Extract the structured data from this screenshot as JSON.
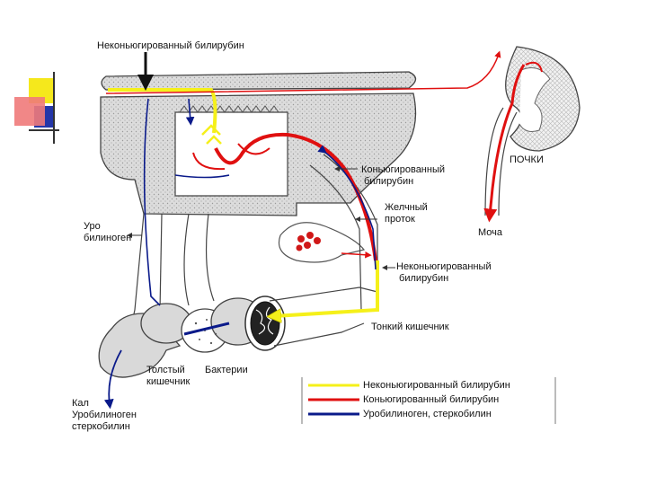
{
  "labels": {
    "unconj_top": "Неконьюгированный билирубин",
    "kidneys": "ПОЧКИ",
    "conj": "Коньюгированный\n билирубин",
    "bile_duct": "Желчный\nпроток",
    "urine": "Моча",
    "urobilinogen": "Уро\nбилиноген",
    "unconj_mid": "Неконьюгированный\n билирубин",
    "small_intestine": "Тонкий кишечник",
    "large_intestine": "Толстый\nкишечник",
    "bacteria": "Бактерии",
    "feces": "Кал\nУробилиноген\nстеркобилин"
  },
  "legend": [
    {
      "text": "Неконьюгированный билирубин",
      "color": "#f5f01a"
    },
    {
      "text": "Коньюгированный  билирубин",
      "color": "#e01010"
    },
    {
      "text": "Уробилиноген, стеркобилин",
      "color": "#0a1a8a"
    }
  ],
  "colors": {
    "yellow": "#f5f01a",
    "red": "#e01010",
    "blue": "#0a1a8a",
    "organ_fill": "#d9d9d9",
    "outline": "#444444"
  }
}
